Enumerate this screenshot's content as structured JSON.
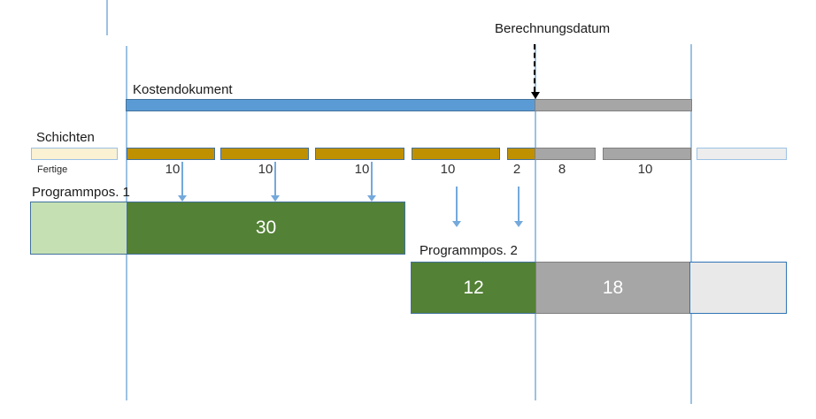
{
  "diagram": {
    "calculation_date_label": "Berechnungsdatum",
    "cost_document_label": "Kostendokument",
    "shifts_label": "Schichten",
    "finished_label": "Fertige",
    "shift_quantities": [
      "10",
      "10",
      "10",
      "10",
      "2",
      "8",
      "10"
    ],
    "program_pos_1": {
      "label": "Programmpos. 1",
      "value": "30"
    },
    "program_pos_2": {
      "label": "Programmpos. 2",
      "consumed_value": "12",
      "remaining_value": "18"
    },
    "colors": {
      "cost_document_actual": "#5b9bd5",
      "cost_document_future": "#a6a6a6",
      "shift_done": "#bf9000",
      "shift_future": "#a6a6a6",
      "shift_empty": "#ededed",
      "finished_box": "#fbf1d3",
      "program_consumed": "#538135",
      "program_prior": "#c5e0b3",
      "program_future": "#a6a6a6",
      "program_empty": "#e9e9e9",
      "guide_line": "#9cc2e5",
      "arrow_blue": "#74a9dc"
    }
  }
}
